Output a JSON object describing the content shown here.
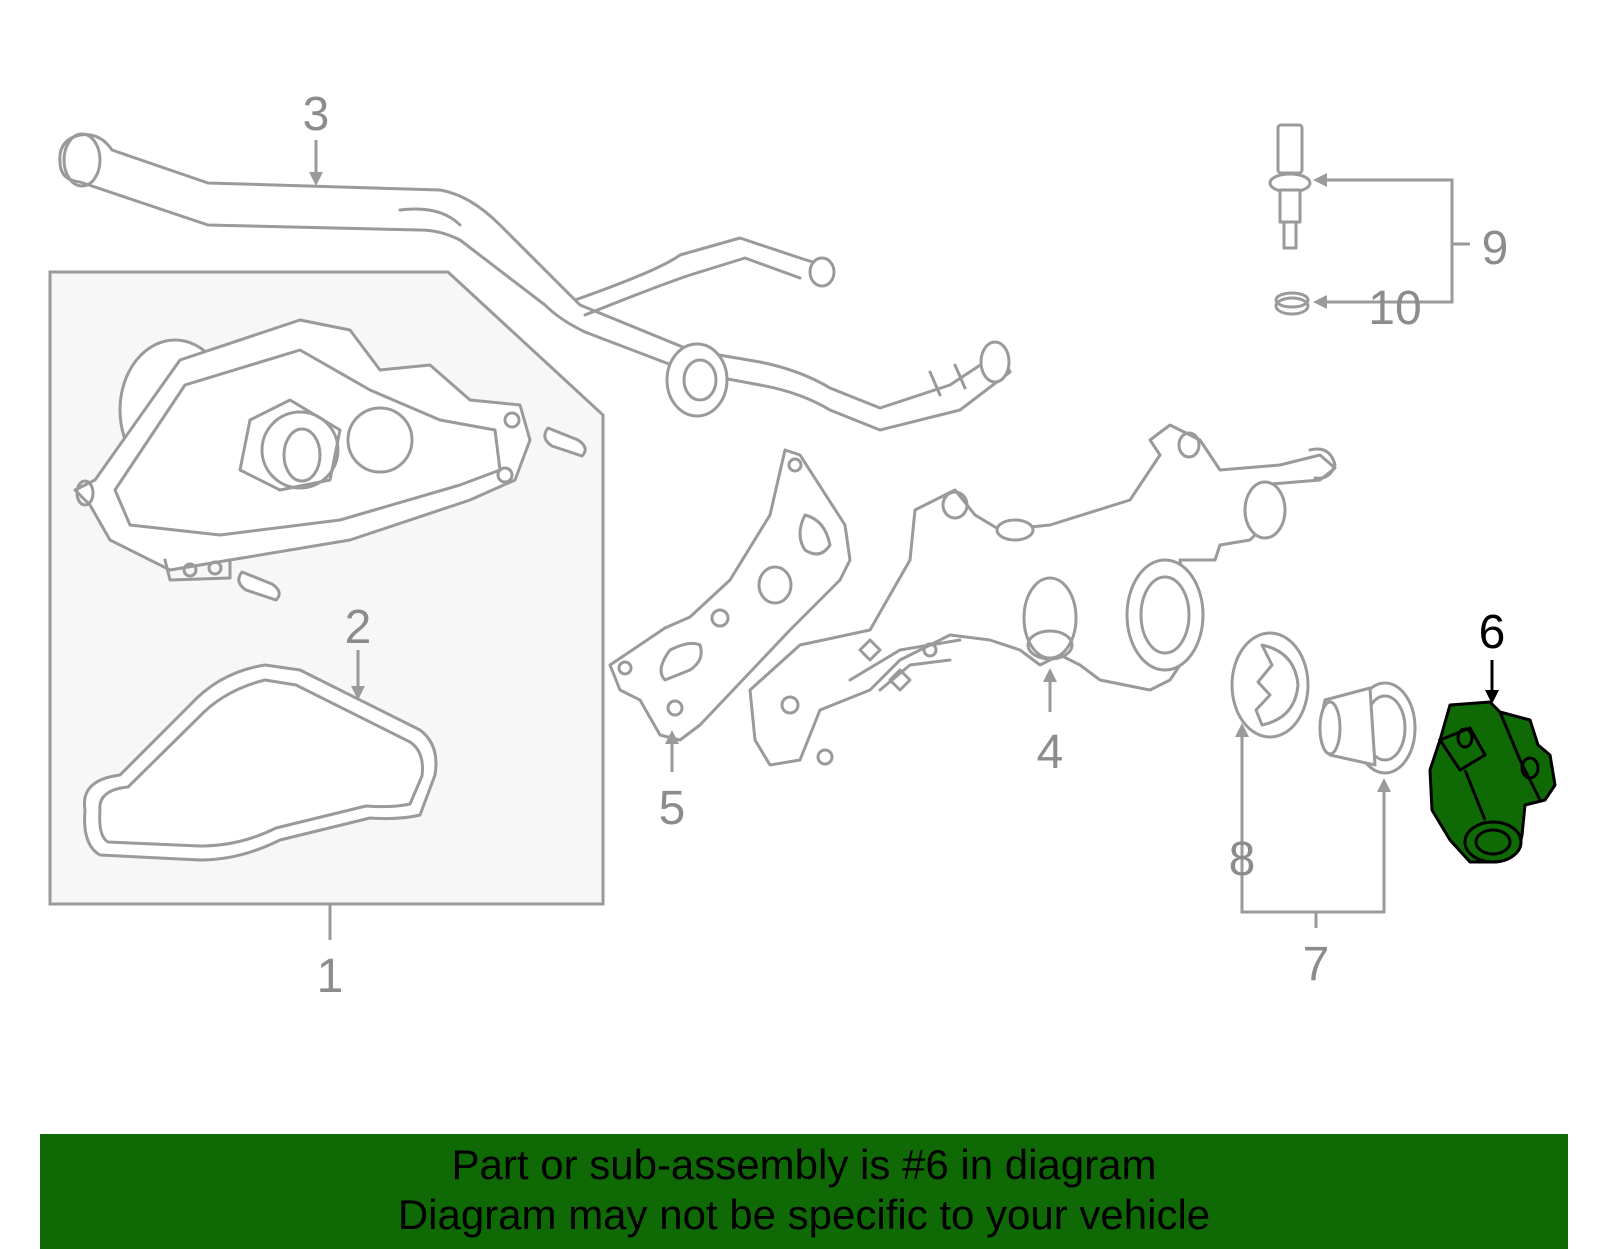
{
  "callouts": {
    "c1": "1",
    "c2": "2",
    "c3": "3",
    "c4": "4",
    "c5": "5",
    "c6": "6",
    "c7": "7",
    "c8": "8",
    "c9": "9",
    "c10": "10"
  },
  "highlight": {
    "callout": "6",
    "fill_color": "#0f6a06",
    "line_color": "#000000"
  },
  "banner": {
    "line1": "Part or sub-assembly is #6 in diagram",
    "line2": "Diagram may not be specific to your vehicle",
    "background_color": "#0f6a06"
  },
  "colors": {
    "drawing_lines": "#9a9a9a",
    "callout_text": "#8c8c8c",
    "group_box_fill": "#f7f7f7"
  }
}
